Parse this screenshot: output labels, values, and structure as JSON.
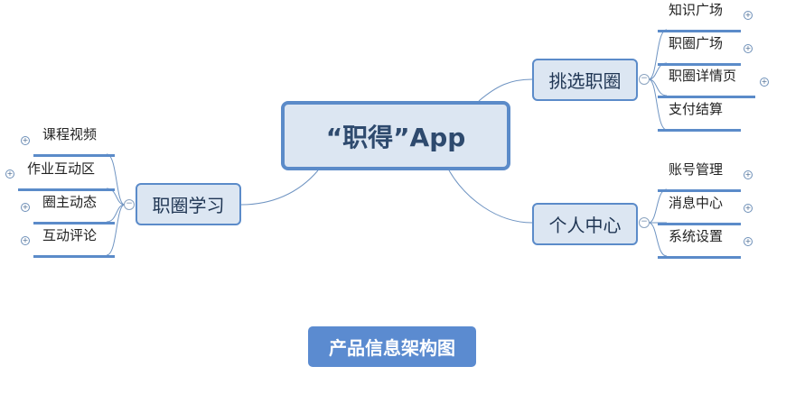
{
  "center": "“职得”App",
  "branches": {
    "select": {
      "label": "挑选职圈",
      "items": [
        "知识广场",
        "职圈广场",
        "职圈详情页",
        "支付结算"
      ]
    },
    "personal": {
      "label": "个人中心",
      "items": [
        "账号管理",
        "消息中心",
        "系统设置"
      ]
    },
    "learn": {
      "label": "职圈学习",
      "items": [
        "课程视频",
        "作业互动区",
        "圈主动态",
        "互动评论"
      ]
    }
  },
  "expand_symbol": "+",
  "collapse_symbol": "−",
  "caption": "产品信息架构图",
  "colors": {
    "accent": "#5b8bc9",
    "node_fill": "#dce6f2",
    "caption_bg": "#5b8bd0"
  }
}
